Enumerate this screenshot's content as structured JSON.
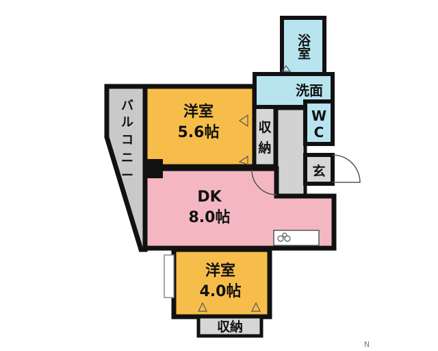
{
  "rooms": {
    "bath": {
      "label": "浴室"
    },
    "washroom": {
      "label": "洗面"
    },
    "wc": {
      "line1": "W",
      "line2": "C"
    },
    "entrance": {
      "label": "玄"
    },
    "west_room": {
      "name": "洋室",
      "size": "5.6帖"
    },
    "closet_middle": {
      "line1": "収",
      "line2": "納"
    },
    "balcony": {
      "line1": "バ",
      "line2": "ル",
      "line3": "コ",
      "line4": "ニ",
      "line5": "ー"
    },
    "dk": {
      "name": "DK",
      "size": "8.0帖"
    },
    "south_room": {
      "name": "洋室",
      "size": "4.0帖"
    },
    "closet_bottom": {
      "label": "収納"
    }
  },
  "compass": {
    "label": "N"
  },
  "colors": {
    "wall": "#111111",
    "bath_fill": "#b8e4f0",
    "washroom_fill": "#b8e4f0",
    "wc_fill": "#b8e4f0",
    "west_room_fill": "#f7bd4a",
    "south_room_fill": "#f7bd4a",
    "dk_fill": "#f4b7c1",
    "balcony_fill": "#c9c9c9",
    "closet_fill": "#d6d6d6",
    "hall_fill": "#d2d2d2"
  }
}
